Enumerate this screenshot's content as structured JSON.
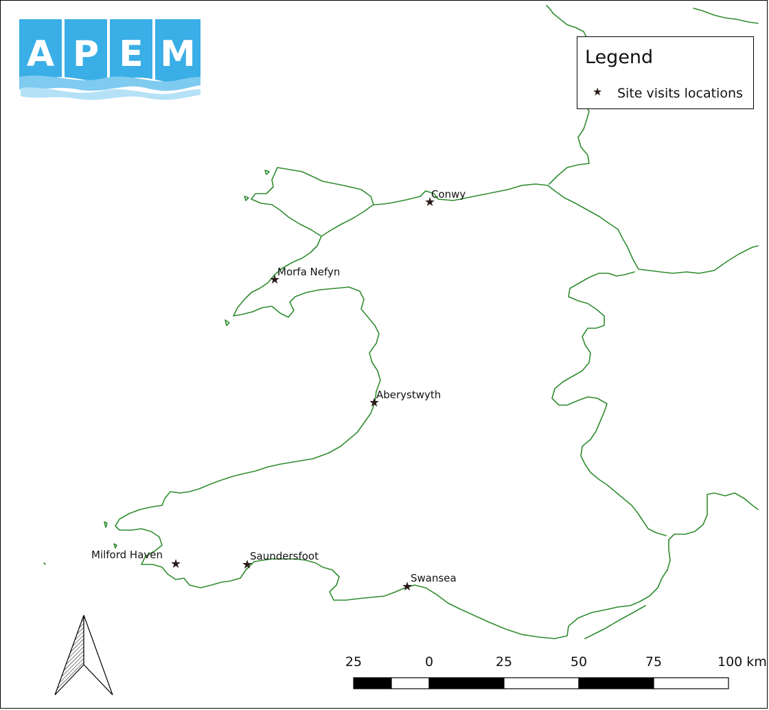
{
  "logo": {
    "letters": [
      "A",
      "P",
      "E",
      "M"
    ],
    "color": "#3aaee6"
  },
  "legend": {
    "title": "Legend",
    "items": [
      {
        "label": "Site visits locations",
        "icon": "star-icon",
        "color": "#2a1a1a"
      }
    ]
  },
  "sites": [
    {
      "name": "Conwy"
    },
    {
      "name": "Morfa Nefyn"
    },
    {
      "name": "Aberystwyth"
    },
    {
      "name": "Milford Haven"
    },
    {
      "name": "Saundersfoot"
    },
    {
      "name": "Swansea"
    }
  ],
  "scale_bar": {
    "labels": [
      "25",
      "0",
      "25",
      "50",
      "75",
      "100 km"
    ]
  },
  "colors": {
    "coastline": "#2e8b2e",
    "marker": "#2a1a1a",
    "frame": "#000000"
  },
  "north_arrow": {
    "icon": "north-arrow-icon"
  }
}
